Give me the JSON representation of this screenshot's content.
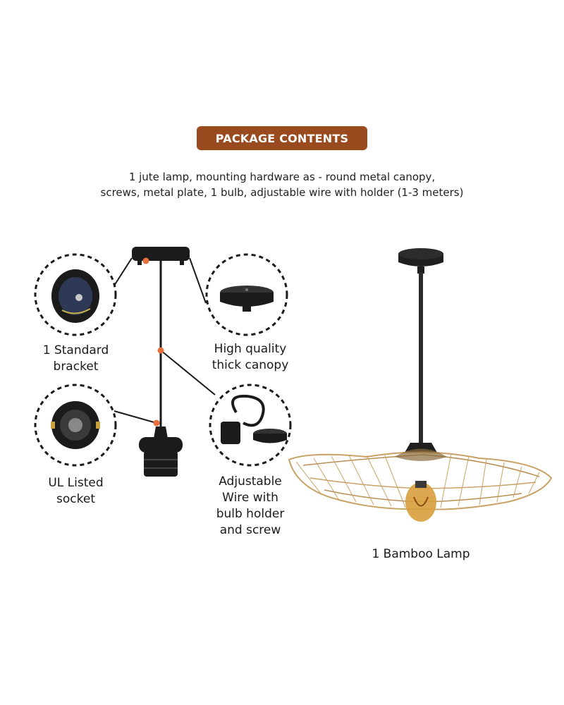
{
  "header": {
    "badge_label": "PACKAGE CONTENTS"
  },
  "description": {
    "line1": "1 jute lamp, mounting hardware as - round metal canopy,",
    "line2": "screws, metal plate, 1 bulb, adjustable wire with holder (1-3 meters)"
  },
  "parts": {
    "bracket": {
      "line1": "1 Standard",
      "line2": "bracket"
    },
    "canopy": {
      "line1": "High quality",
      "line2": "thick canopy"
    },
    "socket": {
      "line1": "UL Listed",
      "line2": "socket"
    },
    "wire": {
      "line1": "Adjustable",
      "line2": "Wire with",
      "line3": "bulb holder",
      "line4": "and screw"
    }
  },
  "lamp": {
    "caption": "1 Bamboo Lamp"
  },
  "colors": {
    "badge": "#9a4a1f",
    "dot": "#e8703a",
    "rattan": "#c9a266",
    "metal": "#1b1b1b"
  }
}
